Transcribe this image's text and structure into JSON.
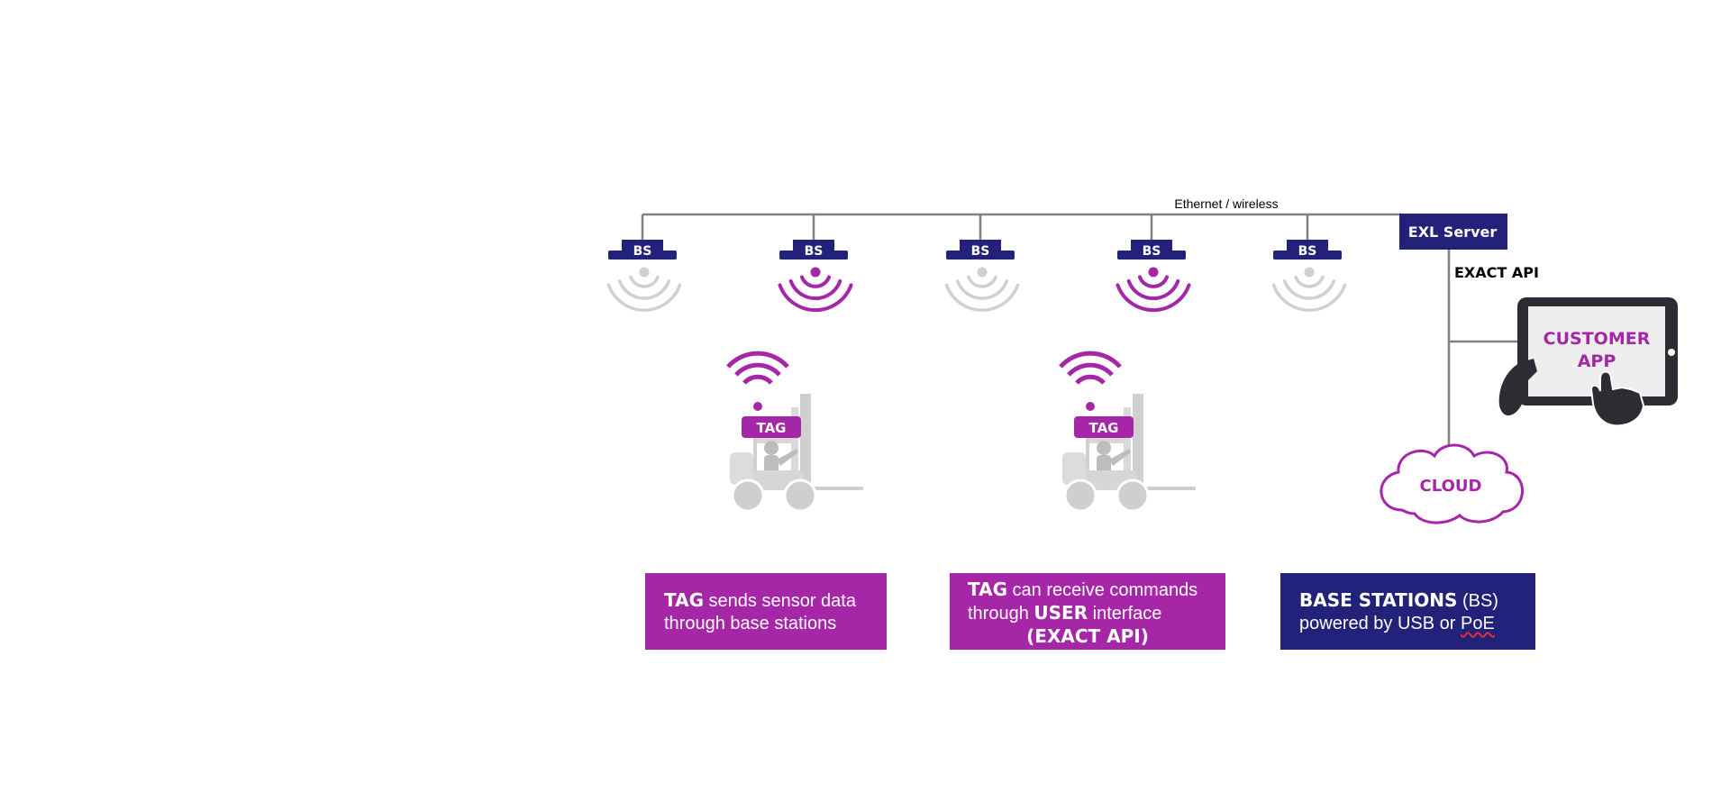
{
  "network": {
    "link_label": "Ethernet / wireless",
    "server_label": "EXL Server",
    "api_label": "EXACT API"
  },
  "base_stations": [
    {
      "label": "BS",
      "active": false
    },
    {
      "label": "BS",
      "active": true
    },
    {
      "label": "BS",
      "active": false
    },
    {
      "label": "BS",
      "active": true
    },
    {
      "label": "BS",
      "active": false
    }
  ],
  "tags": [
    {
      "label": "TAG"
    },
    {
      "label": "TAG"
    }
  ],
  "customer_app": {
    "line1": "CUSTOMER",
    "line2": "APP"
  },
  "cloud": {
    "label": "CLOUD"
  },
  "info_boxes": [
    {
      "bold1": "TAG",
      "text1": " sends sensor data",
      "text2": "through base stations"
    },
    {
      "bold1": "TAG",
      "text1": " can receive commands",
      "text2a": "through ",
      "bold2": "USER",
      "text2b": " interface",
      "bold3": "(EXACT API)"
    },
    {
      "bold1": "BASE STATIONS",
      "text1": " (BS)",
      "text2a": "powered by USB or ",
      "underlined": "PoE"
    }
  ],
  "colors": {
    "navy": "#22227a",
    "purple": "#a626a8",
    "gray_line": "#808080",
    "inactive_wave": "#d0d0d0",
    "forklift": "#cfcfcf",
    "tablet": "#2b2d33"
  }
}
